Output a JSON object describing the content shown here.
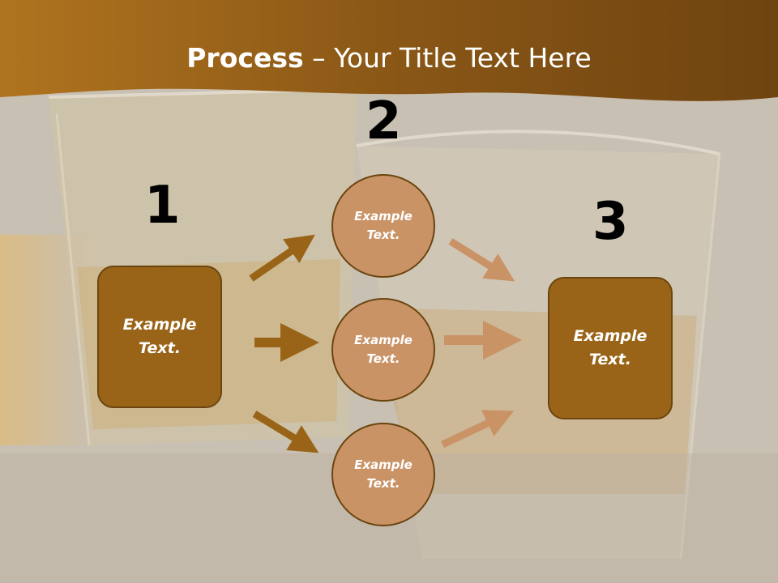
{
  "title": {
    "bold": "Process",
    "rest": " – Your Title Text Here"
  },
  "steps": [
    {
      "number": "1"
    },
    {
      "number": "2"
    },
    {
      "number": "3"
    }
  ],
  "nodes": {
    "left_box": "Example Text.",
    "circle_top": "Example Text.",
    "circle_middle": "Example Text.",
    "circle_bottom": "Example Text.",
    "right_box": "Example Text."
  },
  "colors": {
    "header": "#9a6418",
    "box_fill": "#9a6418",
    "circle_fill": "#c99366",
    "arrow_dark": "#9a6418",
    "arrow_light": "#c99366"
  }
}
